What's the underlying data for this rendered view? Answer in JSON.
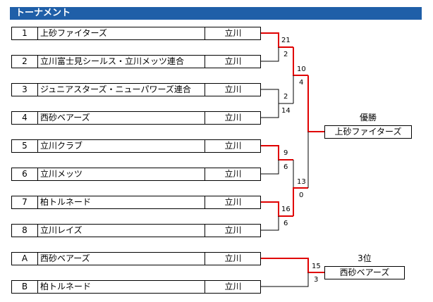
{
  "title": "トーナメント",
  "entries": [
    {
      "seed": "1",
      "team": "上砂ファイターズ",
      "region": "立川"
    },
    {
      "seed": "2",
      "team": "立川富士見シールス・立川メッツ連合",
      "region": "立川"
    },
    {
      "seed": "3",
      "team": "ジュニアスターズ・ニューパワーズ連合",
      "region": "立川"
    },
    {
      "seed": "4",
      "team": "西砂ベアーズ",
      "region": "立川"
    },
    {
      "seed": "5",
      "team": "立川クラブ",
      "region": "立川"
    },
    {
      "seed": "6",
      "team": "立川メッツ",
      "region": "立川"
    },
    {
      "seed": "7",
      "team": "柏トルネード",
      "region": "立川"
    },
    {
      "seed": "8",
      "team": "立川レイズ",
      "region": "立川"
    },
    {
      "seed": "A",
      "team": "西砂ベアーズ",
      "region": "立川"
    },
    {
      "seed": "B",
      "team": "柏トルネード",
      "region": "立川"
    }
  ],
  "scores": {
    "r1_m1": [
      "21",
      "2"
    ],
    "r1_m2": [
      "2",
      "14"
    ],
    "r1_m3": [
      "9",
      "6"
    ],
    "r1_m4": [
      "16",
      "6"
    ],
    "sf_1": [
      "10",
      "4"
    ],
    "sf_2": [
      "13",
      "0"
    ],
    "third": [
      "15",
      "3"
    ]
  },
  "champion": {
    "label": "優勝",
    "team": "上砂ファイターズ"
  },
  "third_place": {
    "label": "3位",
    "team": "西砂ベアーズ"
  },
  "colors": {
    "winner_line": "#e00000",
    "line": "#000000",
    "title_bg": "#1f5fa8"
  }
}
